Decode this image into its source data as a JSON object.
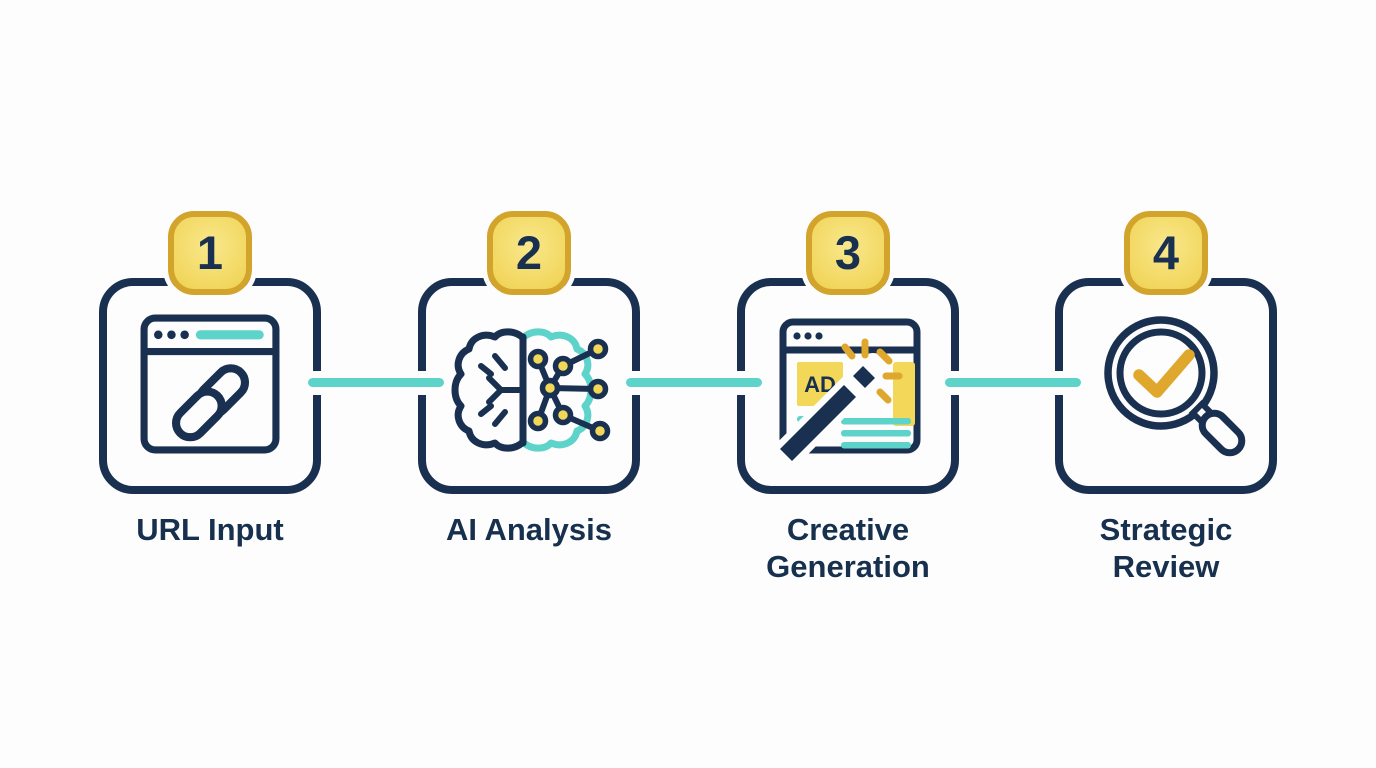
{
  "diagram": {
    "type": "process-flow",
    "step_count": 4
  },
  "steps": [
    {
      "number": "1",
      "label": "URL Input",
      "icon": "browser-link-icon"
    },
    {
      "number": "2",
      "label": "AI Analysis",
      "icon": "brain-circuit-icon"
    },
    {
      "number": "3",
      "label": "Creative Generation",
      "icon": "ad-wand-icon"
    },
    {
      "number": "4",
      "label": "Strategic Review",
      "icon": "magnifier-check-icon"
    }
  ],
  "icon_text": {
    "ad_label": "AD"
  },
  "colors": {
    "navy": "#1a3050",
    "teal": "#5ed3ca",
    "badge_border": "#d3a42b",
    "badge_fill": "#f2d75f",
    "yellow": "#f2d758",
    "gold": "#dfa72b",
    "background": "#fdfdfd"
  }
}
